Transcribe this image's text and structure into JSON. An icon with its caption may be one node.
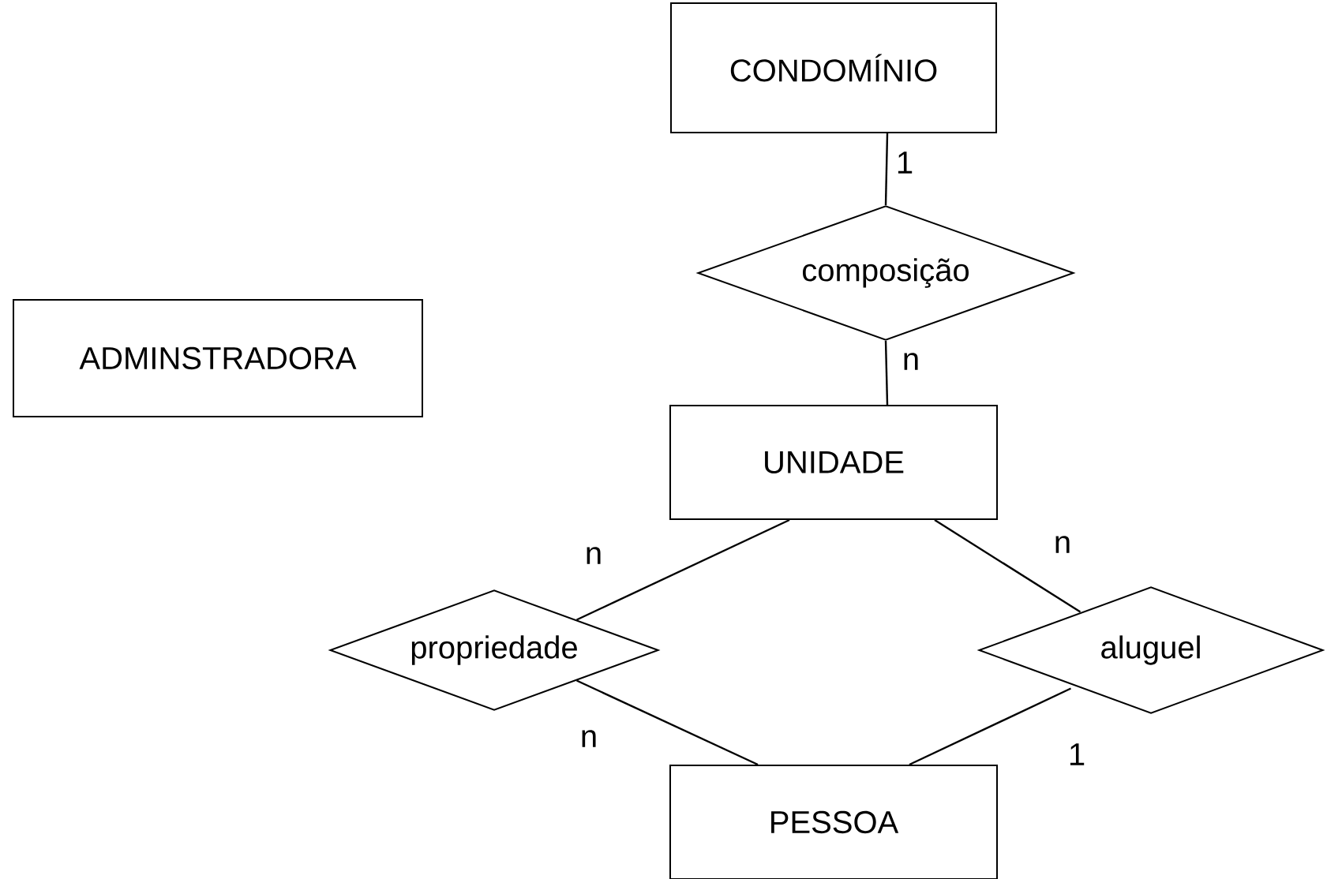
{
  "diagram": {
    "nodes": [
      {
        "text": [
          "CONDOMÍNIO"
        ]
      },
      {
        "text": [
          "ADMINSTRADORA"
        ]
      },
      {
        "text": [
          "composição"
        ]
      },
      {
        "text": [
          "UNIDADE"
        ]
      },
      {
        "text": [
          "propriedade"
        ]
      },
      {
        "text": [
          "aluguel"
        ]
      },
      {
        "text": [
          "PESSOA"
        ]
      }
    ],
    "edges": [
      {
        "from": 0,
        "to": 2,
        "arrow": "none",
        "label": "1"
      },
      {
        "from": 2,
        "to": 3,
        "arrow": "none",
        "label": "n"
      },
      {
        "from": 3,
        "to": 4,
        "arrow": "none",
        "label": "n"
      },
      {
        "from": 4,
        "to": 6,
        "arrow": "none",
        "label": "n"
      },
      {
        "from": 3,
        "to": 5,
        "arrow": "none",
        "label": "n"
      },
      {
        "from": 5,
        "to": 6,
        "arrow": "none",
        "label": "1"
      }
    ]
  }
}
